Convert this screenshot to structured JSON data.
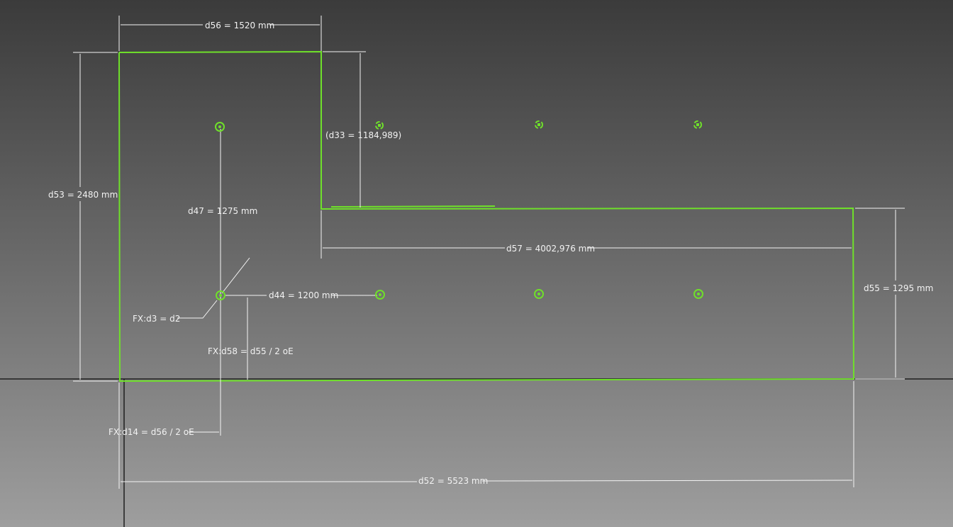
{
  "dimensions": {
    "d56": "d56 = 1520 mm",
    "d53": "d53 = 2480 mm",
    "d33": "(d33 = 1184,989)",
    "d47": "d47 = 1275 mm",
    "d57": "d57 = 4002,976 mm",
    "d44": "d44 = 1200 mm",
    "d55": "d55 = 1295 mm",
    "d3": "FX:d3 = d2",
    "d58": "FX:d58 = d55 / 2 oE",
    "d14": "FX:d14 = d56 / 2 oE",
    "d52": "d52 = 5523 mm"
  },
  "colors": {
    "profile": "#6fe02a",
    "dimension": "#f4f4f4"
  }
}
